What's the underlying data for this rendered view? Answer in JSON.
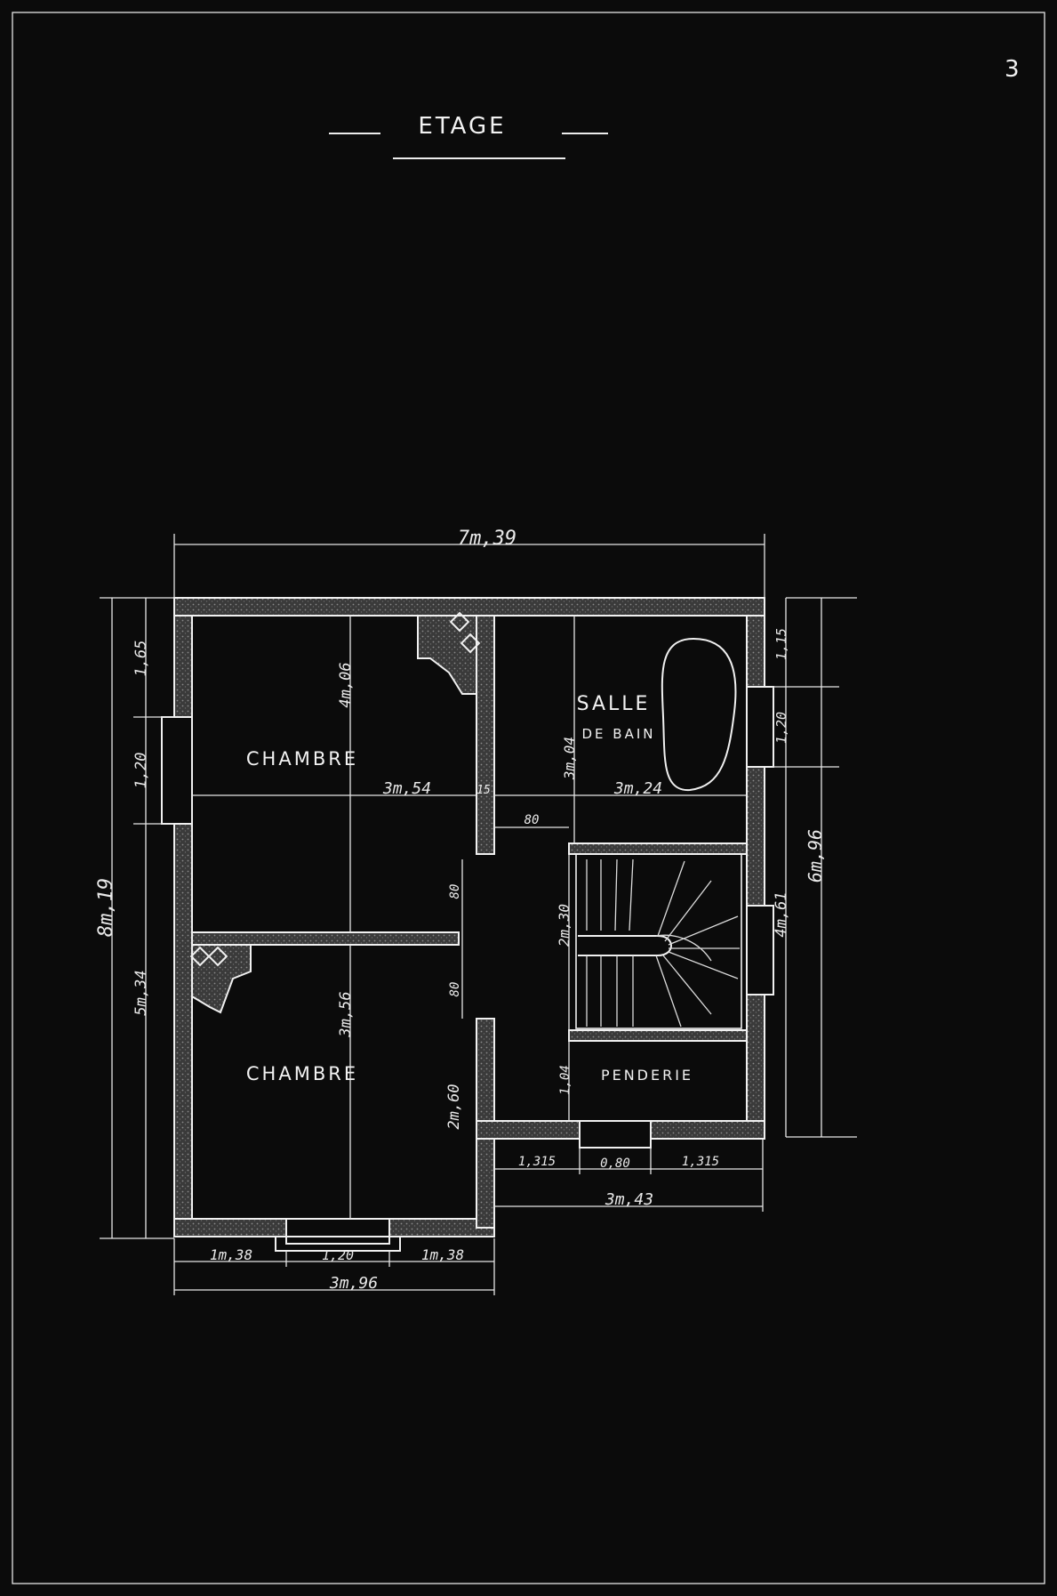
{
  "sheet": {
    "page_number": "3",
    "title": "ETAGE"
  },
  "rooms": {
    "chambre_top": "CHAMBRE",
    "chambre_bottom": "CHAMBRE",
    "salle_de_bain_line1": "SALLE",
    "salle_de_bain_line2": "DE BAIN",
    "penderie": "PENDERIE"
  },
  "dimensions": {
    "overall_width": "7m,39",
    "overall_depth": "8m,19",
    "left_top": "1,65",
    "left_window": "1,20",
    "left_bottom": "5m,34",
    "chambre_top_width": "3m,54",
    "chambre_top_depth": "4m,06",
    "partition": "15",
    "bath_width": "3m,24",
    "bath_depth": "3m,04",
    "right_top": "1,15",
    "right_window": "1,20",
    "right_total": "6m,96",
    "right_stair": "4m,61",
    "door_80_a": "80",
    "door_80_b": "80",
    "door_80_c": "80",
    "stair_depth": "2m,30",
    "chambre_bottom_depth": "3m,56",
    "chambre_bottom_wall": "2m,60",
    "penderie_depth": "1,04",
    "bottom_right_a": "1,315",
    "bottom_right_window": "0,80",
    "bottom_right_b": "1,315",
    "bottom_right_total": "3m,43",
    "bottom_left_a": "1m,38",
    "bottom_left_window": "1,20",
    "bottom_left_b": "1m,38",
    "bottom_left_total": "3m,96"
  },
  "colors": {
    "background": "#0b0b0b",
    "ink": "#e9e9e9",
    "wall_fill": "#2b2b2b"
  }
}
